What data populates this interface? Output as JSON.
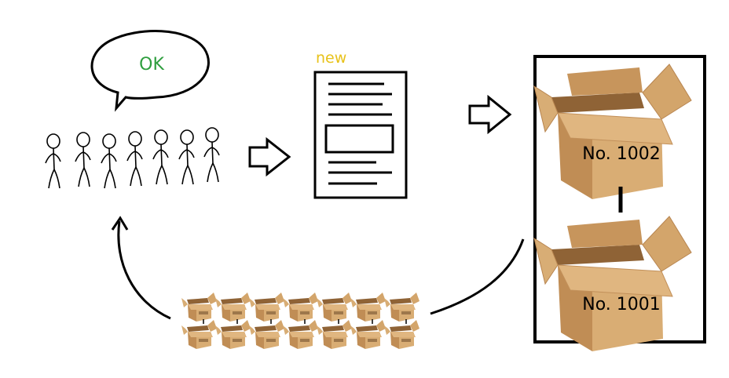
{
  "speech": {
    "text": "OK",
    "color": "#2e9e3e"
  },
  "document": {
    "label": "new",
    "label_color": "#e8c21a"
  },
  "boxes": {
    "upper_label": "No. 1002",
    "lower_label": "No. 1001",
    "cardboard_light": "#d7aa72",
    "cardboard_mid": "#c4925a",
    "cardboard_dark": "#a97744"
  },
  "crowd": {
    "count": 7
  },
  "small_boxes": {
    "rows": 2,
    "per_row": 7
  },
  "icons": [
    "speech-bubble-icon",
    "stick-figure-icon",
    "arrow-right-icon",
    "document-icon",
    "cardboard-box-icon",
    "curved-arrow-icon"
  ]
}
